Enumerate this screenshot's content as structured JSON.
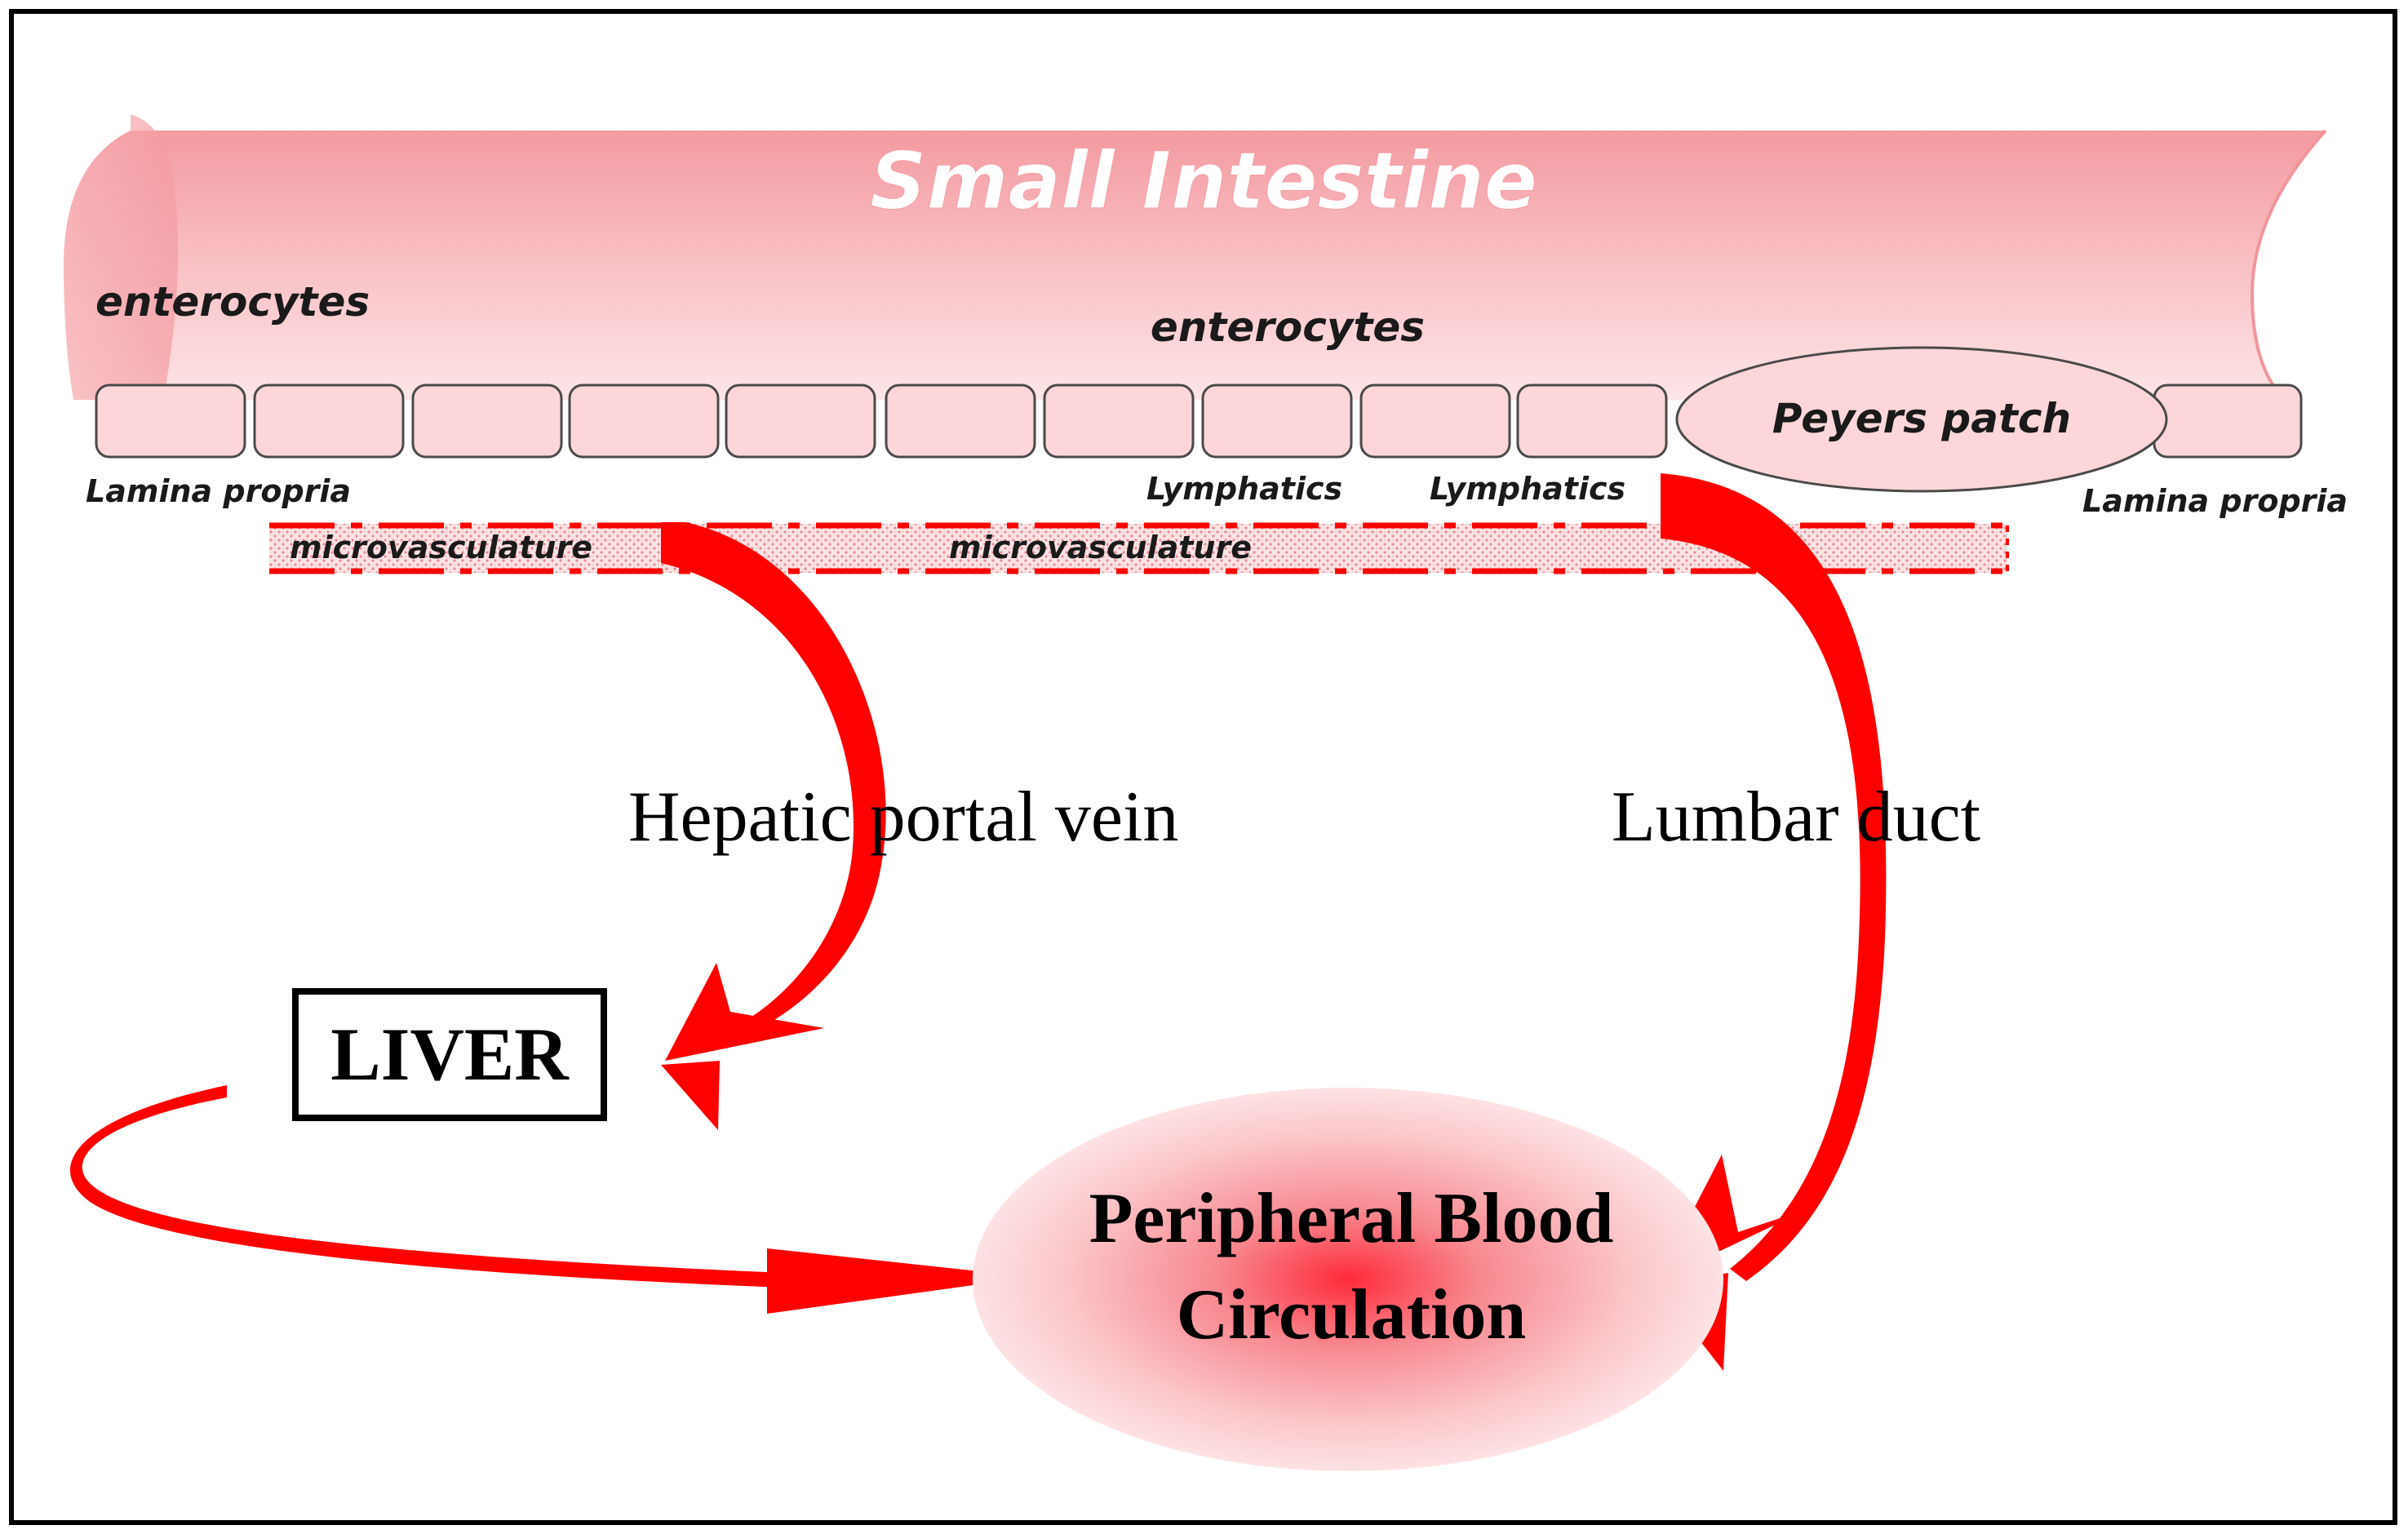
{
  "diagram": {
    "intestine_title": "Small Intestine",
    "enterocytes_left": "enterocytes",
    "enterocytes_center": "enterocytes",
    "peyers_patch": "Peyers patch",
    "lamina_propria_left": "Lamina propria",
    "lamina_propria_right": "Lamina propria",
    "lymphatics_1": "Lymphatics",
    "lymphatics_2": "Lymphatics",
    "microvasculature_left": "microvasculature",
    "microvasculature_center": "microvasculature",
    "hepatic_portal_vein": "Hepatic portal vein",
    "lumbar_duct": "Lumbar duct",
    "liver": "LIVER",
    "peripheral_line1": "Peripheral Blood",
    "peripheral_line2": "Circulation"
  },
  "colors": {
    "intestine_fill": "#f5a0a5",
    "intestine_light": "#fde0e2",
    "arrow_red": "#ff0000",
    "enterocyte_fill": "#fcd6d8",
    "border": "#000000"
  }
}
